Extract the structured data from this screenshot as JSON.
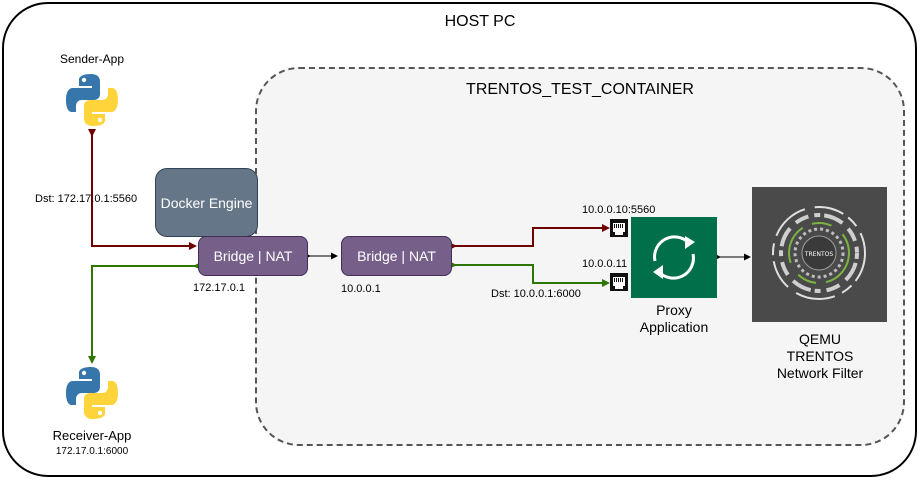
{
  "host": {
    "title": "HOST PC"
  },
  "container": {
    "title": "TRENTOS_TEST_CONTAINER"
  },
  "sender": {
    "title": "Sender-App",
    "dst": "Dst: 172.17.0.1:5560"
  },
  "receiver": {
    "title": "Receiver-App",
    "address": "172.17.0.1:6000"
  },
  "docker_engine": {
    "label": "Docker Engine"
  },
  "bridge_host": {
    "label": "Bridge | NAT",
    "ip": "172.17.0.1"
  },
  "bridge_container": {
    "label": "Bridge | NAT",
    "ip": "10.0.0.1"
  },
  "ports": {
    "top": "10.0.0.10:5560",
    "bottom": "10.0.0.11",
    "dst": "Dst: 10.0.0.1:6000"
  },
  "proxy": {
    "line1": "Proxy",
    "line2": "Application"
  },
  "qemu": {
    "line1": "QEMU",
    "line2": "TRENTOS",
    "line3": "Network Filter",
    "logo_text": "TRENTOS"
  },
  "colors": {
    "red_arrow": "#6f0000",
    "green_arrow": "#2d7600",
    "bridge": "#76608a",
    "docker": "#647687",
    "proxy": "#006f4a"
  }
}
